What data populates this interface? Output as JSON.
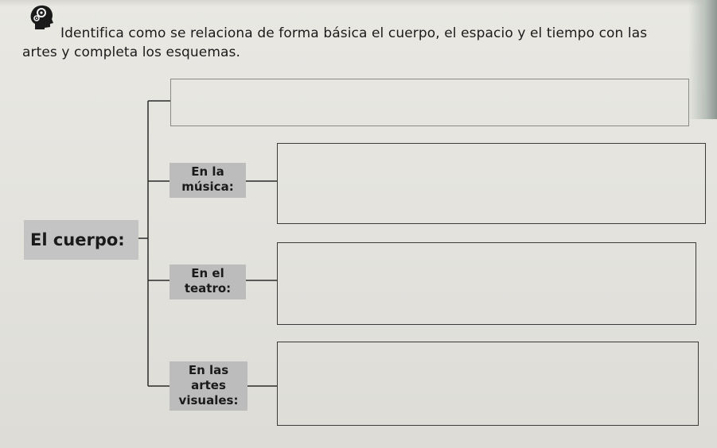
{
  "instruction": "Identifica como se relaciona de forma básica el cuerpo, el espacio y el tiempo con las artes y completa los esquemas.",
  "icon": "head-gears-icon",
  "root_label": "El cuerpo:",
  "branches": [
    {
      "label": "En la música:",
      "answer": ""
    },
    {
      "label": "En el teatro:",
      "answer": ""
    },
    {
      "label": "En las artes visuales:",
      "answer": ""
    }
  ],
  "top_answer": ""
}
